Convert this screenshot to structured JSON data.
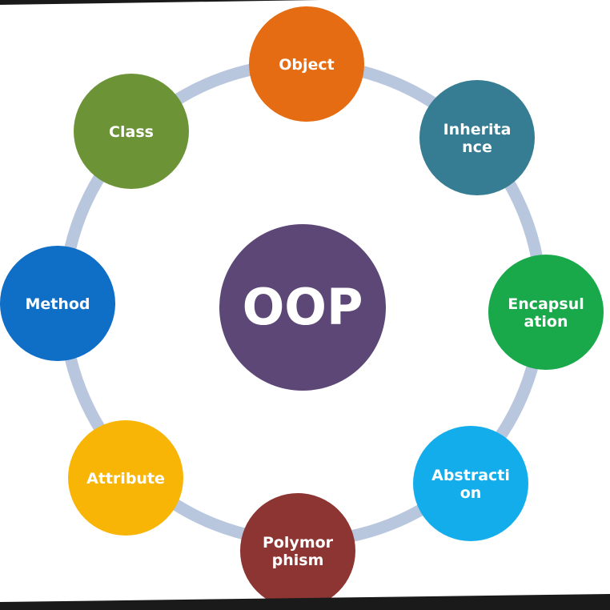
{
  "diagram": {
    "center": {
      "label": "OOP",
      "color": "#5d4777"
    },
    "ring_color": "#b9c7de",
    "nodes": [
      {
        "id": "object",
        "lines": [
          "Object"
        ],
        "color": "#e56c12"
      },
      {
        "id": "inheritance",
        "lines": [
          "Inherita",
          "nce"
        ],
        "color": "#367c92"
      },
      {
        "id": "encapsulation",
        "lines": [
          "Encapsul",
          "ation"
        ],
        "color": "#19a84a"
      },
      {
        "id": "abstraction",
        "lines": [
          "Abstracti",
          "on"
        ],
        "color": "#13adec"
      },
      {
        "id": "polymorphism",
        "lines": [
          "Polymor",
          "phism"
        ],
        "color": "#8d3533"
      },
      {
        "id": "attribute",
        "lines": [
          "Attribute"
        ],
        "color": "#f8b505"
      },
      {
        "id": "method",
        "lines": [
          "Method"
        ],
        "color": "#0f6ec6"
      },
      {
        "id": "class",
        "lines": [
          "Class"
        ],
        "color": "#6c9436"
      }
    ]
  }
}
